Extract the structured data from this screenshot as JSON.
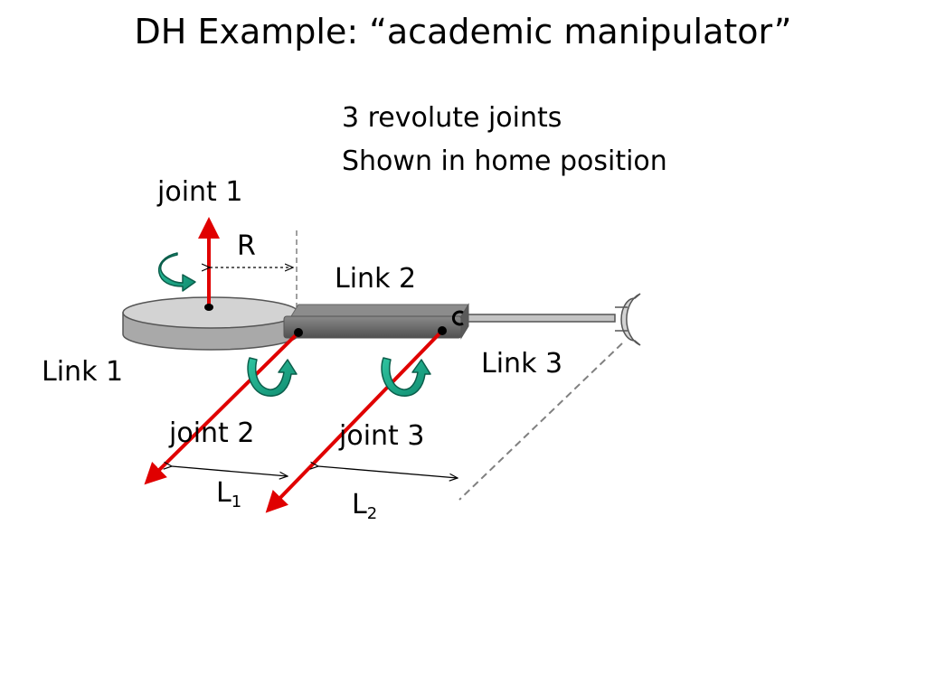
{
  "title": "DH Example: “academic manipulator”",
  "description": [
    "3 revolute joints",
    "Shown in home position"
  ],
  "labels": {
    "joint1": "joint 1",
    "joint2": "joint 2",
    "joint3": "joint 3",
    "link1": "Link 1",
    "link2": "Link 2",
    "link3": "Link 3",
    "r": "R",
    "l1_main": "L",
    "l1_sub": "1",
    "l2_main": "L",
    "l2_sub": "2"
  },
  "colors": {
    "axis": "#e00000",
    "rotation_arrow": "#1aa588",
    "disk": "#c8c8c8",
    "link2": "#6e6e6e",
    "link3": "#c0c0c0",
    "gripper": "#d0d0d0",
    "dashed": "#808080"
  }
}
